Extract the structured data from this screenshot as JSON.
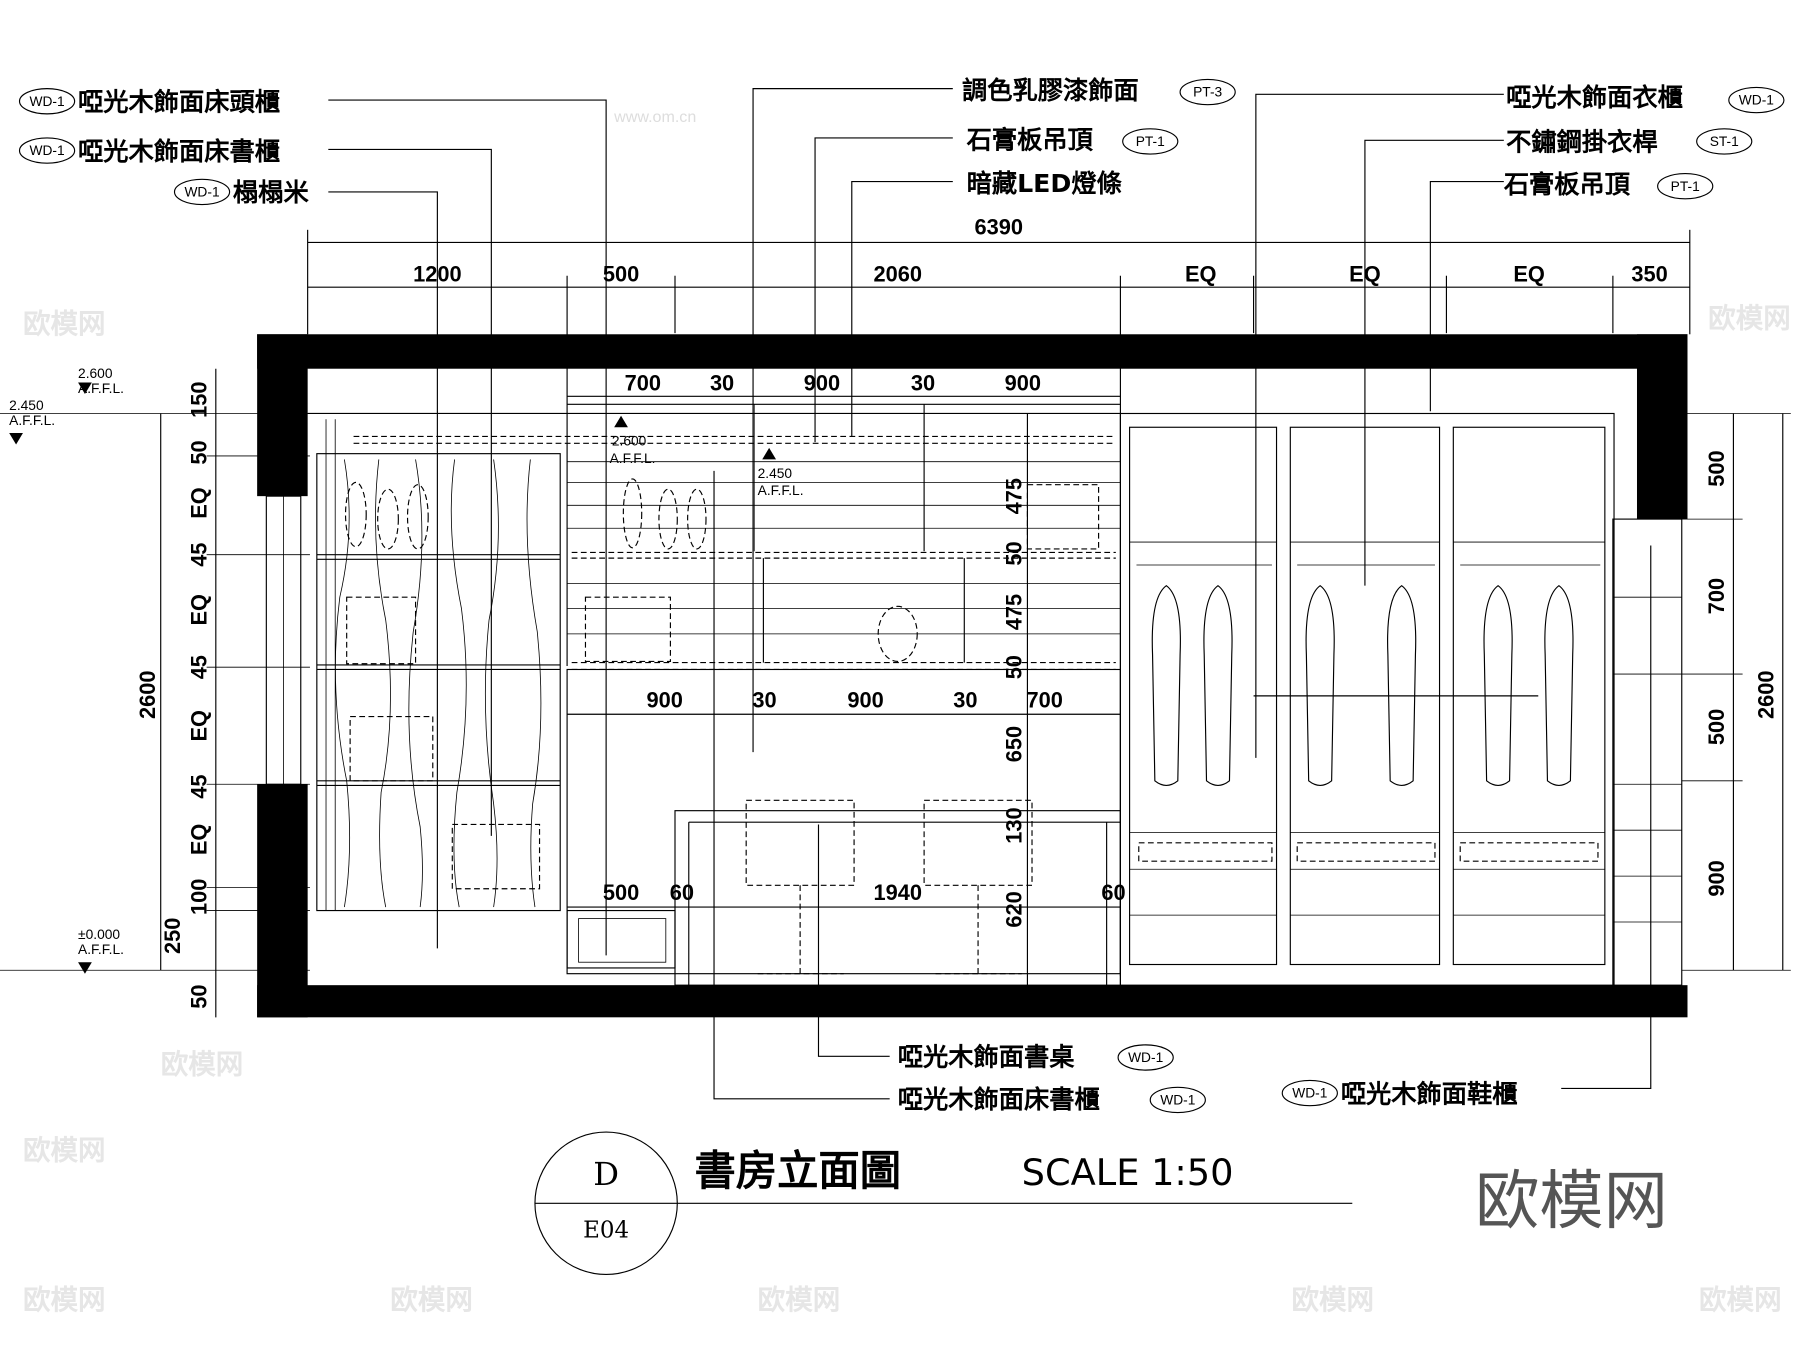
{
  "callouts_left": [
    {
      "tag": "WD-1",
      "text": "啞光木飾面床頭櫃"
    },
    {
      "tag": "WD-1",
      "text": "啞光木飾面床書櫃"
    },
    {
      "tag": "WD-1",
      "text": "榻榻米"
    }
  ],
  "callouts_center": [
    {
      "tag": "PT-3",
      "text": "調色乳膠漆飾面"
    },
    {
      "tag": "PT-1",
      "text": "石膏板吊頂"
    },
    {
      "tag": "",
      "text": "暗藏LED燈條"
    }
  ],
  "callouts_right": [
    {
      "tag": "WD-1",
      "text": "啞光木飾面衣櫃"
    },
    {
      "tag": "ST-1",
      "text": "不鏽鋼掛衣桿"
    },
    {
      "tag": "PT-1",
      "text": "石膏板吊頂"
    }
  ],
  "callouts_bottom": [
    {
      "tag": "WD-1",
      "text": "啞光木飾面書桌"
    },
    {
      "tag": "WD-1",
      "text": "啞光木飾面床書櫃"
    },
    {
      "tag": "WD-1",
      "text": "啞光木飾面鞋櫃"
    }
  ],
  "dims_top": {
    "overall": "6390",
    "row": [
      "1200",
      "500",
      "2060",
      "EQ",
      "EQ",
      "EQ",
      "350"
    ]
  },
  "dims_inner_top": [
    "700",
    "30",
    "900",
    "30",
    "900"
  ],
  "dims_inner_mid": [
    "900",
    "30",
    "900",
    "30",
    "700"
  ],
  "dims_inner_low": [
    "500",
    "60",
    "1940",
    "60"
  ],
  "dims_left": [
    "150",
    "50",
    "EQ",
    "45",
    "EQ",
    "45",
    "EQ",
    "45",
    "EQ",
    "100",
    "250",
    "50"
  ],
  "dims_left_total": "2600",
  "dims_center_vertical": [
    "475",
    "50",
    "475",
    "50",
    "650",
    "130",
    "620"
  ],
  "dims_right": [
    "500",
    "700",
    "500",
    "900"
  ],
  "dims_right_total": "2600",
  "levels": [
    {
      "value": "2.600",
      "unit": "A.F.F.L."
    },
    {
      "value": "2.450",
      "unit": "A.F.F.L."
    },
    {
      "value": "±0.000",
      "unit": "A.F.F.L."
    }
  ],
  "levels_inner": [
    {
      "value": "2.600",
      "unit": "A.F.F.L."
    },
    {
      "value": "2.450",
      "unit": "A.F.F.L."
    }
  ],
  "title_block": {
    "section": "D",
    "sheet": "E04",
    "title": "書房立面圖",
    "scale": "SCALE 1:50"
  },
  "watermark": {
    "logo": "欧模网",
    "site": "www.om.cn"
  }
}
